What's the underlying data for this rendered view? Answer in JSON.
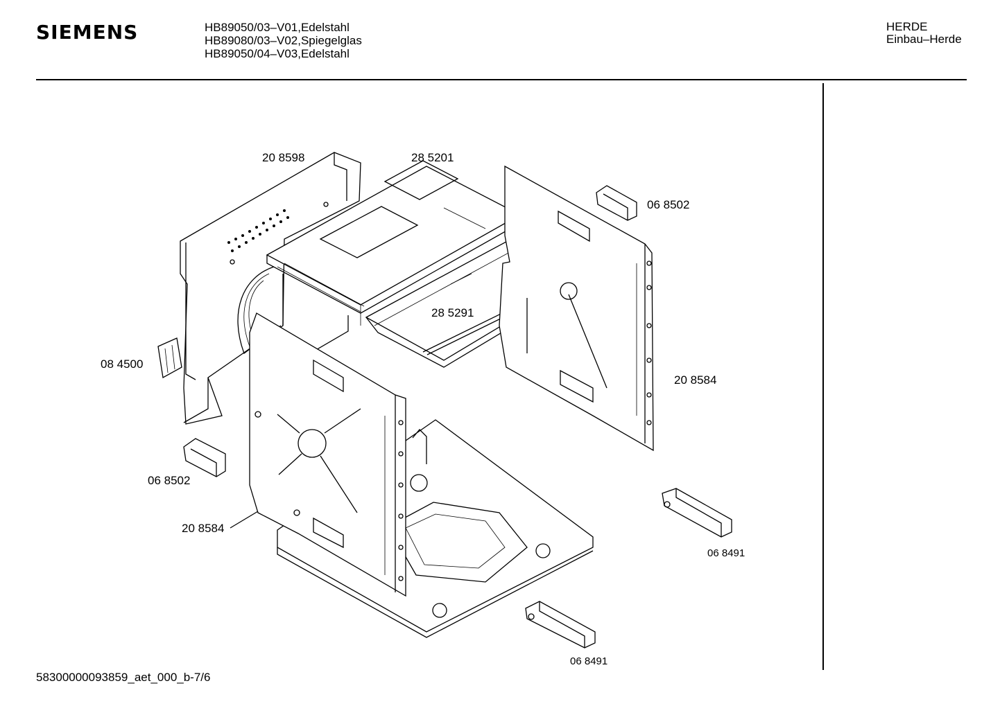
{
  "header": {
    "brand": "SIEMENS",
    "models": [
      "HB89050/03–V01,Edelstahl",
      "HB89080/03–V02,Spiegelglas",
      "HB89050/04–V03,Edelstahl"
    ],
    "category": [
      "HERDE",
      "Einbau–Herde"
    ]
  },
  "parts": {
    "rear_side_panel": "20 8598",
    "top_panel": "28 5201",
    "handle_top_right": "06 8502",
    "tray_panel": "28 5291",
    "side_wall_right": "20 8584",
    "bracket_left": "08 4500",
    "handle_left": "06 8502",
    "side_wall_front": "20 8584",
    "hinge_right": "06 8491",
    "hinge_bottom": "06 8491"
  },
  "footer": {
    "doc_id": "58300000093859_aet_000_b-7/6"
  }
}
